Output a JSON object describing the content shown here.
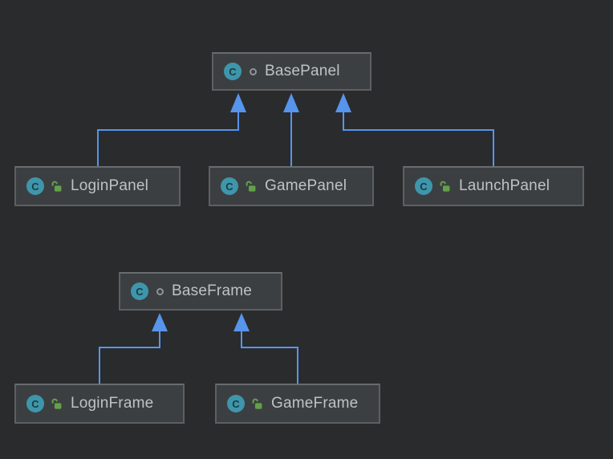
{
  "diagram": {
    "type": "uml-class-inheritance",
    "nodes": [
      {
        "label": "BasePanel",
        "visibility": "package-private"
      },
      {
        "label": "LoginPanel",
        "visibility": "public"
      },
      {
        "label": "GamePanel",
        "visibility": "public"
      },
      {
        "label": "LaunchPanel",
        "visibility": "public"
      },
      {
        "label": "BaseFrame",
        "visibility": "package-private"
      },
      {
        "label": "LoginFrame",
        "visibility": "public"
      },
      {
        "label": "GameFrame",
        "visibility": "public"
      }
    ],
    "edges": [
      {
        "from": "LoginPanel",
        "to": "BasePanel",
        "type": "inheritance"
      },
      {
        "from": "GamePanel",
        "to": "BasePanel",
        "type": "inheritance"
      },
      {
        "from": "LaunchPanel",
        "to": "BasePanel",
        "type": "inheritance"
      },
      {
        "from": "LoginFrame",
        "to": "BaseFrame",
        "type": "inheritance"
      },
      {
        "from": "GameFrame",
        "to": "BaseFrame",
        "type": "inheritance"
      }
    ],
    "icons": {
      "class_letter": "C",
      "class_icon": "teal-circle-class-icon",
      "public_icon": "green-unlocked-padlock-icon",
      "package_private_icon": "gray-ring-package-private-icon"
    },
    "colors": {
      "background": "#2a2b2c",
      "node_fill": "#3c3f41",
      "node_border": "#5d6062",
      "edge_blue": "#5794ec",
      "label_text": "#bfc2c4",
      "class_icon_teal": "#3e96ab",
      "public_icon_green": "#62a14a",
      "package_icon_gray": "#8f9498"
    }
  }
}
